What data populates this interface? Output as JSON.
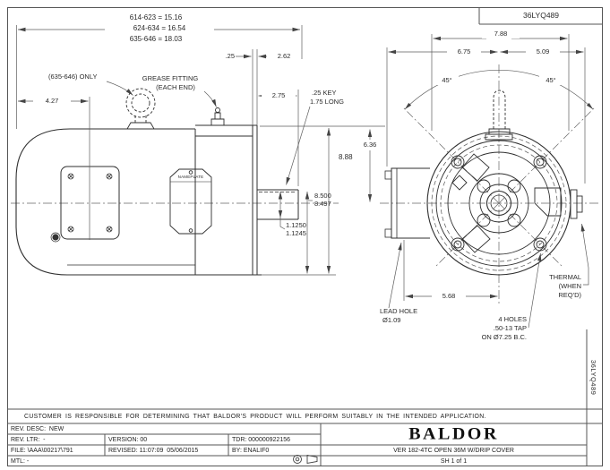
{
  "sheet": {
    "drawing_number_top": "36LYQ489",
    "drawing_number_side": "36LYQ489",
    "disclaimer": "CUSTOMER IS RESPONSIBLE FOR DETERMINING THAT BALDOR'S PRODUCT WILL PERFORM SUITABLY IN THE INTENDED APPLICATION."
  },
  "side_view": {
    "length_notes": [
      "614-623 = 15.16",
      "624-634 = 16.54",
      "635-646 = 18.03"
    ],
    "eyebolt_note": "(635-646) ONLY",
    "grease_note_1": "GREASE FITTING",
    "grease_note_2": "(EACH END)",
    "nameplate_label": "NAMEPLATE",
    "key_note_1": ".25 KEY",
    "key_note_2": "1.75 LONG",
    "dim_4_27": "4.27",
    "dim_0_25": ".25",
    "dim_2_62": "2.62",
    "dim_2_75": "2.75",
    "dim_8_88": "8.88",
    "dim_shaft_height_max": "8.500",
    "dim_shaft_height_min": "8.497",
    "dim_shaft_dia_max": "1.1250",
    "dim_shaft_dia_min": "1.1245",
    "dim_6_36": "6.36"
  },
  "end_view": {
    "dim_7_88": "7.88",
    "dim_6_75": "6.75",
    "dim_5_09": "5.09",
    "angle_left": "45°",
    "angle_right": "45°",
    "dim_5_68": "5.68",
    "lead_hole_1": "LEAD HOLE",
    "lead_hole_2": "Ø1.09",
    "tap_note_1": "4 HOLES",
    "tap_note_2": ".50-13 TAP",
    "tap_note_3": "ON Ø7.25 B.C.",
    "thermal_1": "THERMAL",
    "thermal_2": "(WHEN",
    "thermal_3": "REQ'D)"
  },
  "title_block": {
    "rev_desc": "REV. DESC:  NEW",
    "rev_ltr": "REV. LTR:  -",
    "version": "VERSION: 00",
    "tdr": "TDR: 000000922156",
    "file": "FILE: \\AAA\\00217\\791",
    "revised": "REVISED: 11:07:09  05/06/2015",
    "by": "BY: ENALIF0",
    "mtl": "MTL: -",
    "brand": "BALDOR",
    "product": "VER 182-4TC OPEN 36M W/DRIP COVER",
    "sheet_note": "SH 1 of 1"
  }
}
